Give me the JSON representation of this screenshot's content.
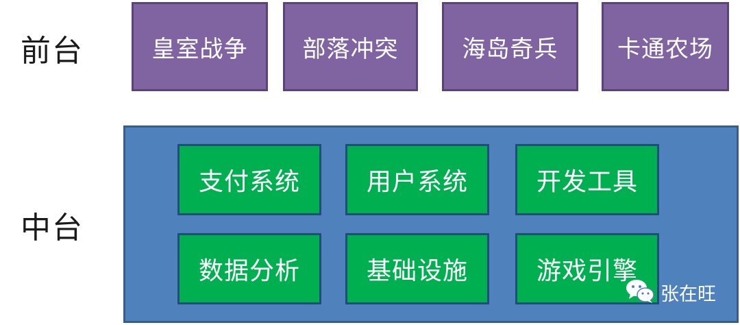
{
  "labels": {
    "front": "前台",
    "middle": "中台"
  },
  "front_items": [
    "皇室战争",
    "部落冲突",
    "海岛奇兵",
    "卡通农场"
  ],
  "middle_items": {
    "row1": [
      "支付系统",
      "用户系统",
      "开发工具"
    ],
    "row2": [
      "数据分析",
      "基础设施",
      "游戏引擎"
    ]
  },
  "watermark": {
    "icon": "wechat-icon",
    "text": "张在旺"
  },
  "colors": {
    "front_box": "#8064a2",
    "middle_panel": "#4f81bd",
    "service_box": "#00b050"
  }
}
